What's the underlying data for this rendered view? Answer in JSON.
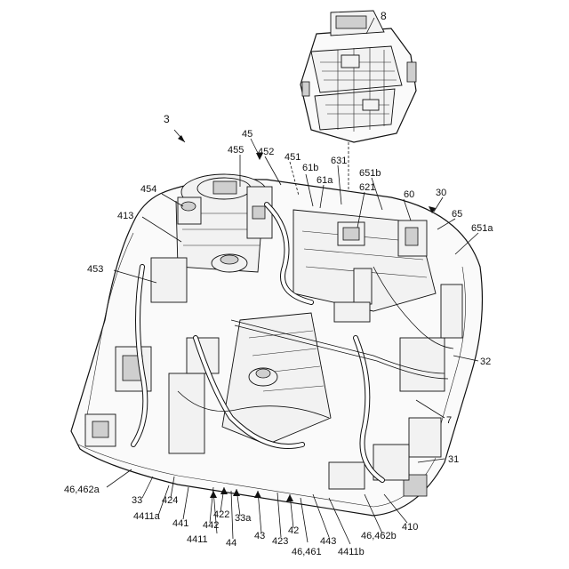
{
  "labels": {
    "l8": "8",
    "l3": "3",
    "l45": "45",
    "l455": "455",
    "l452": "452",
    "l451": "451",
    "l61b": "61b",
    "l631": "631",
    "l61a": "61a",
    "l651b": "651b",
    "l621": "621",
    "l60": "60",
    "l30": "30",
    "l454": "454",
    "l65": "65",
    "l651a": "651a",
    "l413": "413",
    "l453": "453",
    "l32": "32",
    "l7": "7",
    "l31": "31",
    "l46462a": "46,462a",
    "l33": "33",
    "l424": "424",
    "l4411a": "4411a",
    "l441": "441",
    "l442": "442",
    "l422": "422",
    "l33a": "33a",
    "l4411": "4411",
    "l44": "44",
    "l43": "43",
    "l423": "423",
    "l42": "42",
    "l46461": "46,461",
    "l443": "443",
    "l4411b": "4411b",
    "l46462b": "46,462b",
    "l410": "410"
  }
}
